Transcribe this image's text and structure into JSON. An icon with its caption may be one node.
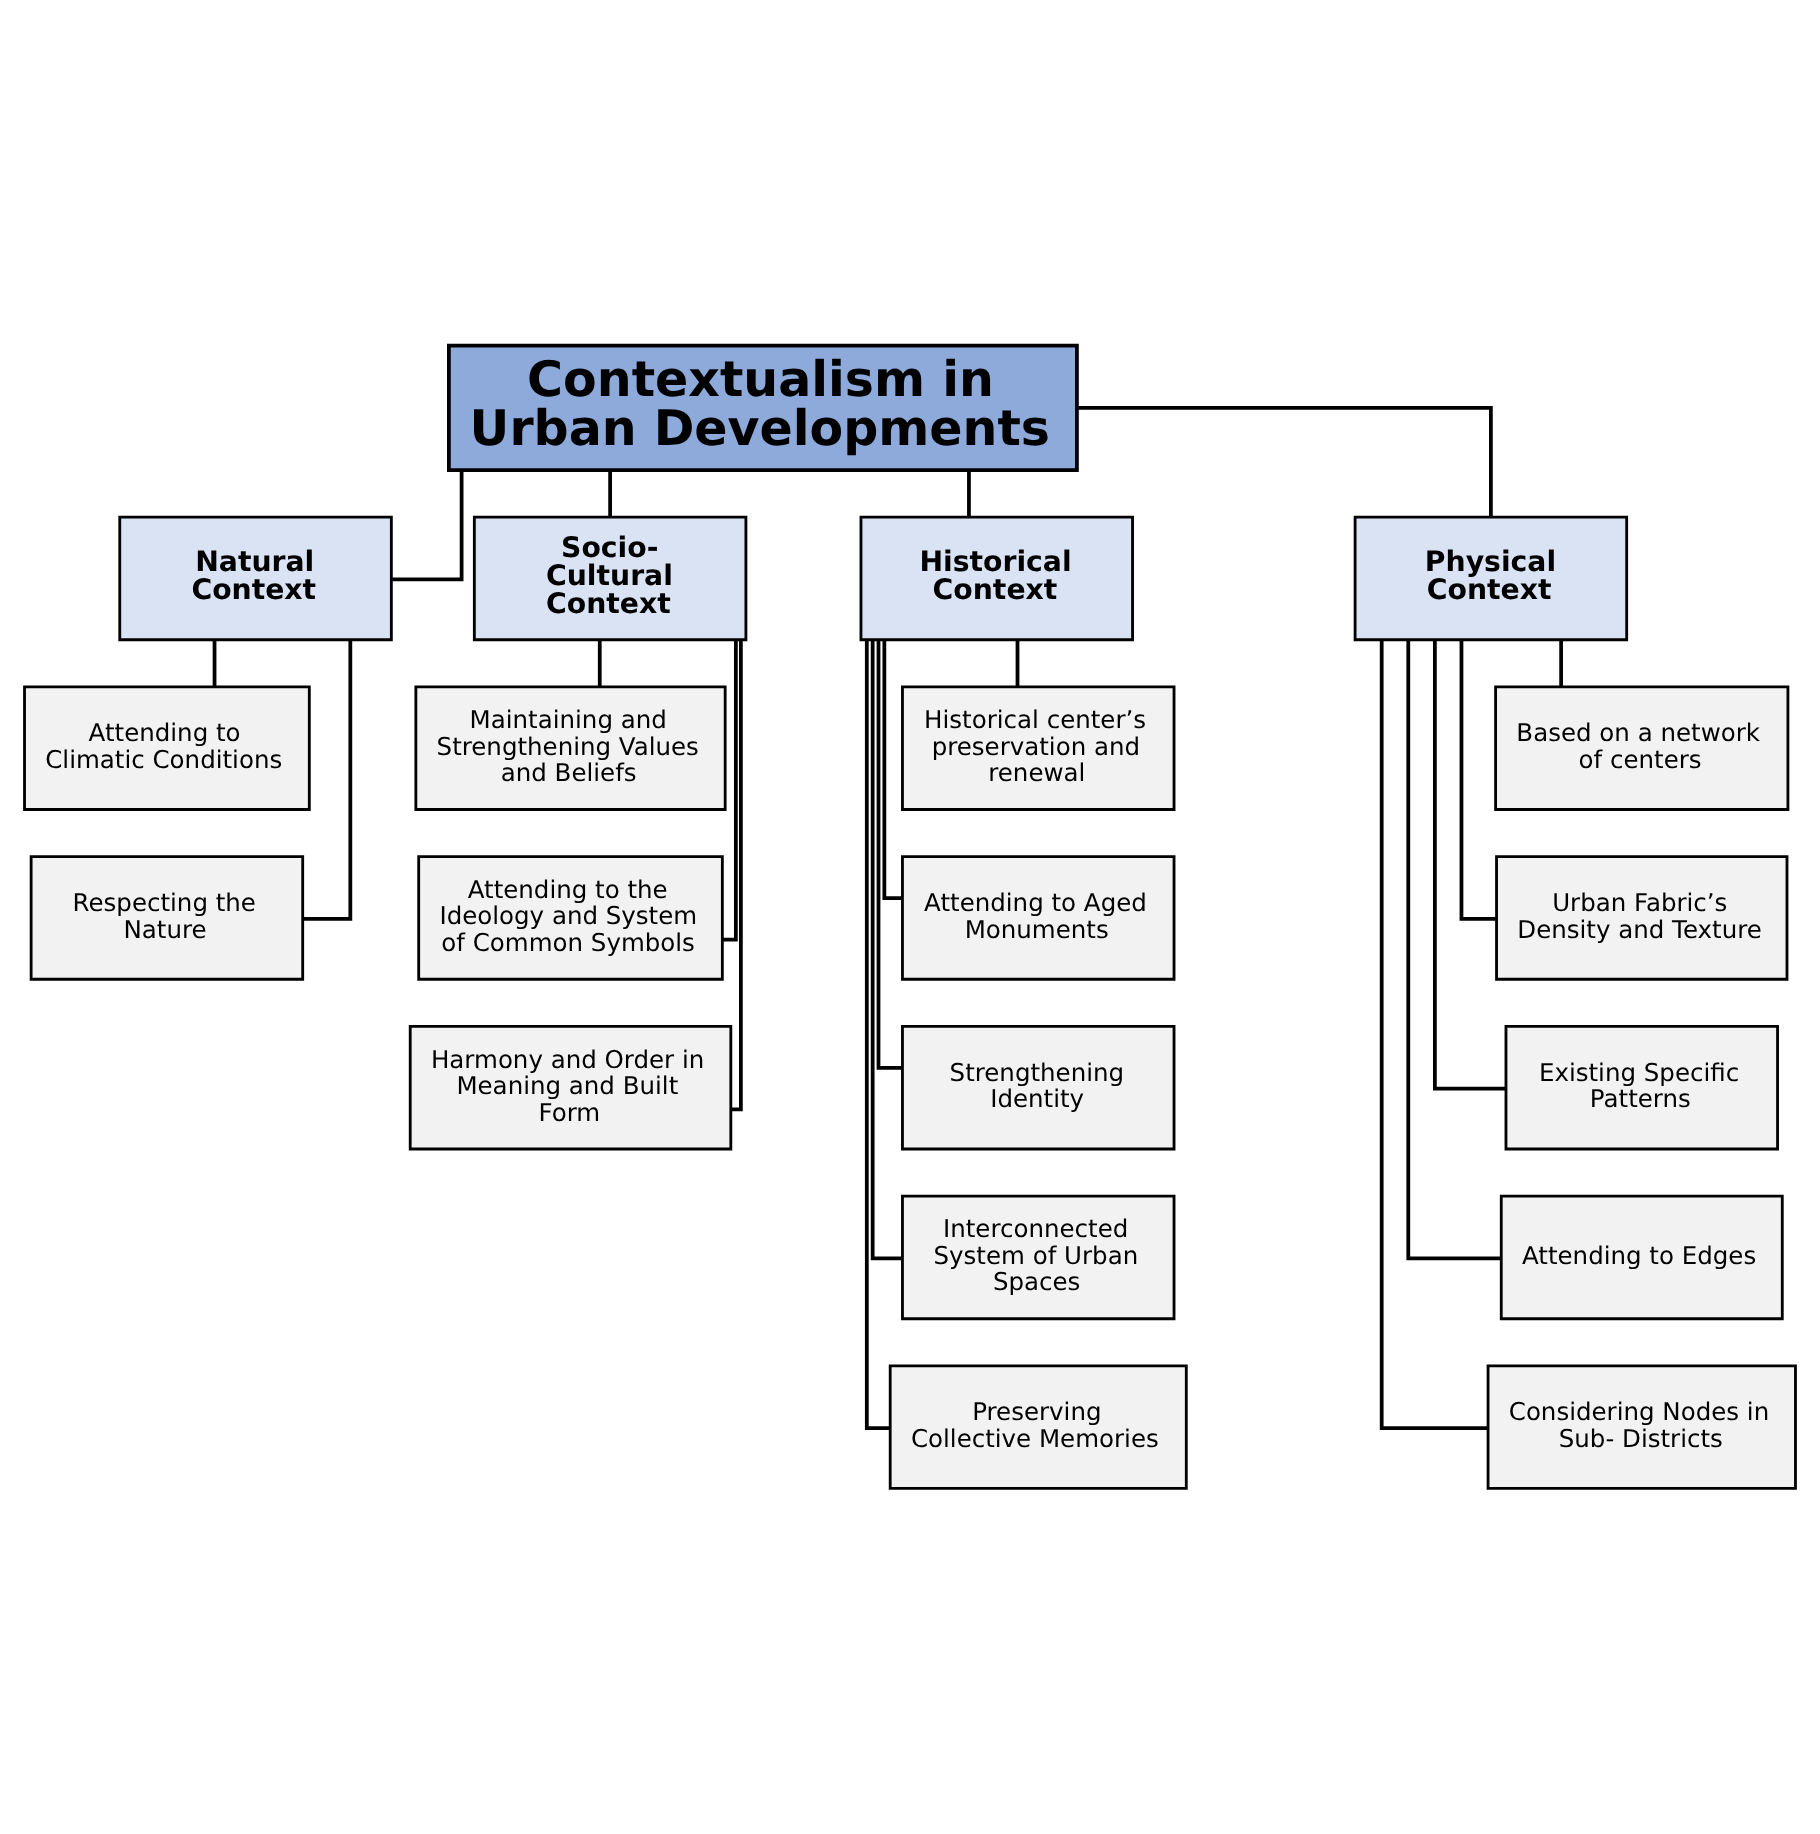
{
  "diagram": {
    "nodes": [
      {
        "text": [
          "Contextualism in Urban Developments"
        ]
      },
      {
        "text": [
          "Natural Context"
        ]
      },
      {
        "text": [
          "Socio- Cultural Context"
        ]
      },
      {
        "text": [
          "Historical Context"
        ]
      },
      {
        "text": [
          "Physical Context"
        ]
      },
      {
        "text": [
          "Attending to Climatic Conditions"
        ]
      },
      {
        "text": [
          "Respecting the Nature"
        ]
      },
      {
        "text": [
          "Maintaining and Strengthening Values and Beliefs"
        ]
      },
      {
        "text": [
          "Attending to the Ideology and System of Common Symbols"
        ]
      },
      {
        "text": [
          "Harmony and Order in Meaning and Built Form"
        ]
      },
      {
        "text": [
          "Historical center’s preservation and renewal"
        ]
      },
      {
        "text": [
          "Attending to Aged Monuments"
        ]
      },
      {
        "text": [
          "Strengthening Identity"
        ]
      },
      {
        "text": [
          "Interconnected System of Urban Spaces"
        ]
      },
      {
        "text": [
          "Preserving Collective Memories"
        ]
      },
      {
        "text": [
          "Based on a network of centers"
        ]
      },
      {
        "text": [
          "Urban Fabric’s Density and Texture"
        ]
      },
      {
        "text": [
          "Existing Specific Patterns"
        ]
      },
      {
        "text": [
          "Attending to Edges"
        ]
      },
      {
        "text": [
          "Considering Nodes in Sub- Districts"
        ]
      }
    ],
    "edges": [
      {
        "from": 0,
        "to": 1,
        "arrow": "none"
      },
      {
        "from": 0,
        "to": 2,
        "arrow": "none"
      },
      {
        "from": 0,
        "to": 3,
        "arrow": "none"
      },
      {
        "from": 0,
        "to": 4,
        "arrow": "none"
      },
      {
        "from": 1,
        "to": 5,
        "arrow": "none"
      },
      {
        "from": 1,
        "to": 6,
        "arrow": "none"
      },
      {
        "from": 2,
        "to": 7,
        "arrow": "none"
      },
      {
        "from": 2,
        "to": 8,
        "arrow": "none"
      },
      {
        "from": 2,
        "to": 9,
        "arrow": "none"
      },
      {
        "from": 3,
        "to": 10,
        "arrow": "none"
      },
      {
        "from": 3,
        "to": 11,
        "arrow": "none"
      },
      {
        "from": 3,
        "to": 12,
        "arrow": "none"
      },
      {
        "from": 3,
        "to": 13,
        "arrow": "none"
      },
      {
        "from": 3,
        "to": 14,
        "arrow": "none"
      },
      {
        "from": 4,
        "to": 15,
        "arrow": "none"
      },
      {
        "from": 4,
        "to": 16,
        "arrow": "none"
      },
      {
        "from": 4,
        "to": 17,
        "arrow": "none"
      },
      {
        "from": 4,
        "to": 18,
        "arrow": "none"
      },
      {
        "from": 4,
        "to": 19,
        "arrow": "none"
      }
    ]
  }
}
